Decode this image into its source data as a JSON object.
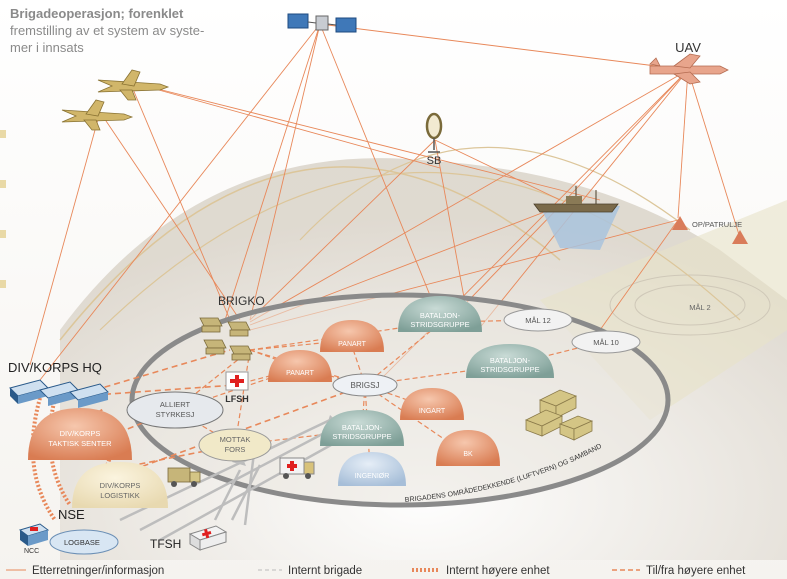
{
  "title_lines": [
    "Brigadeoperasjon; forenklet",
    "fremstilling av et system av syste-",
    "mer i innsats"
  ],
  "labels": {
    "uav": "UAV",
    "sb": "SB",
    "op_patrulje": "OP/PATRULJE",
    "maal_12": "MÅL 12",
    "maal_10": "MÅL 10",
    "maal_2": "MÅL 2",
    "brigko": "BRIGKO",
    "div_korps_hq": "DIV/KORPS HQ",
    "alliert": [
      "ALLIERT",
      "STYRKESJ"
    ],
    "lfsh": "LFSH",
    "mottak": [
      "MOTTAK",
      "FORS"
    ],
    "brigsj": "BRIGSJ",
    "bataljon_1": [
      "BATALJON-",
      "STRIDSGRUPPE"
    ],
    "bataljon_2": [
      "BATALJON-",
      "STRIDSGRUPPE"
    ],
    "bataljon_3": [
      "BATALJON-",
      "STRIDSGRUPPE"
    ],
    "panart_1": "PANART",
    "panart_2": "PANART",
    "ingart": "INGART",
    "bk": "BK",
    "ingenior": "INGENIØR",
    "div_taktisk": [
      "DIV/KORPS",
      "TAKTISK SENTER"
    ],
    "div_logistikk": [
      "DIV/KORPS",
      "LOGISTIKK"
    ],
    "nse": "NSE",
    "ncc": "NCC",
    "logbase": "LOGBASE",
    "tfsh": "TFSH",
    "area_caption": "BRIGADENS OMRÅDEDEKKENDE (LUFTVERN) OG SAMBAND"
  },
  "legend": [
    {
      "label": "Etterretninger/informasjon",
      "style": "solid-orange"
    },
    {
      "label": "Internt brigade",
      "style": "dashed-thin-grey"
    },
    {
      "label": "Internt høyere enhet",
      "style": "dotted-thick-orange"
    },
    {
      "label": "Til/fra høyere enhet",
      "style": "dashed-orange"
    }
  ],
  "colors": {
    "orange": "#e8885a",
    "title_grey": "#8a8a8a",
    "dark_text": "#333333",
    "dome_orange": "#e8a07a",
    "dome_teal": "#8fb0a8",
    "tank_khaki": "#c6b579",
    "shelter_tan": "#d4c585",
    "water_blue": "#a9c3dd",
    "box_blue": "#a8c4e0"
  }
}
